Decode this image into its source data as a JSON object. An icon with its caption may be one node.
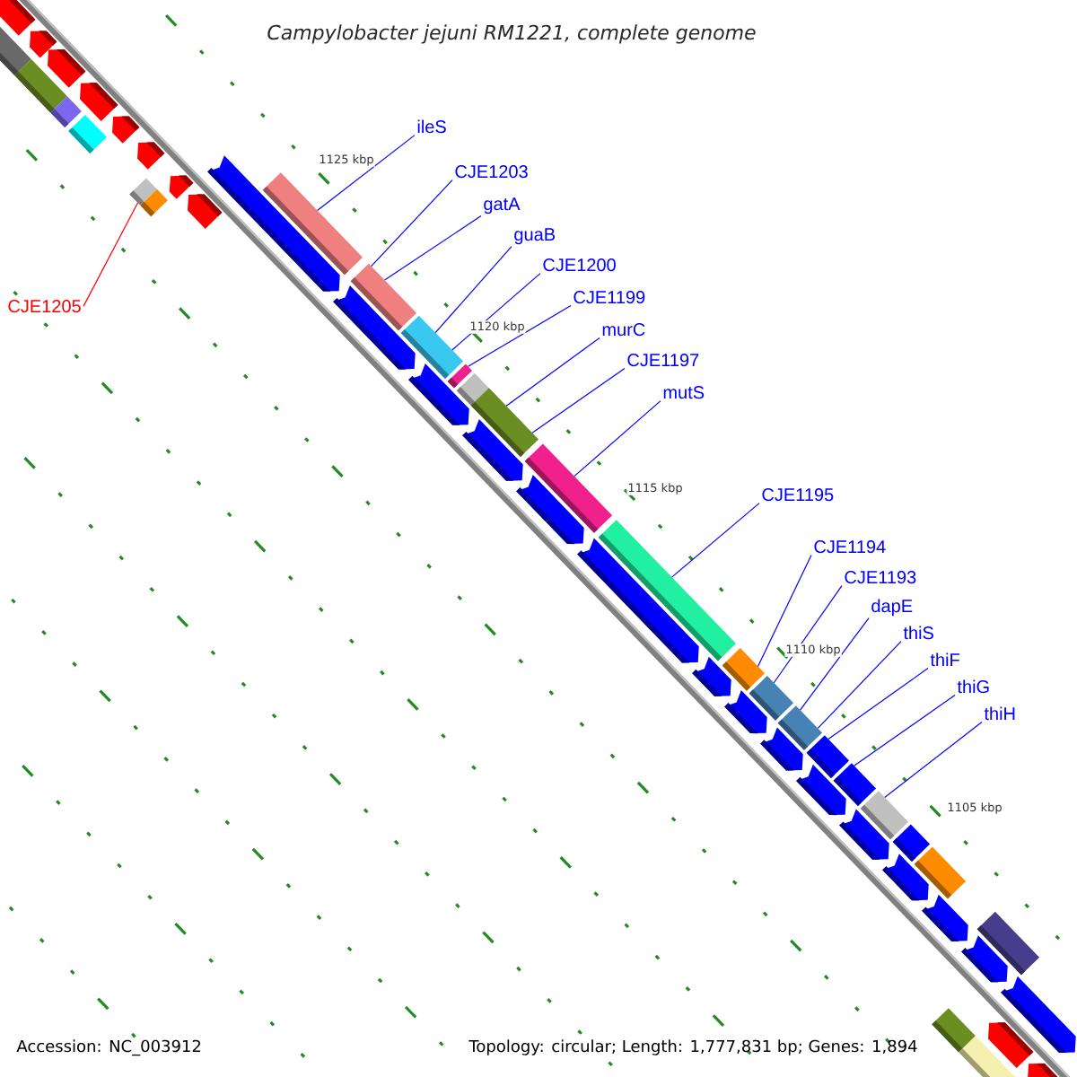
{
  "diagram": {
    "title": "Campylobacter jejuni RM1221, complete genome",
    "nodes": [
      {
        "text": [
          "ileS"
        ]
      },
      {
        "text": [
          "CJE1203"
        ]
      },
      {
        "text": [
          "gatA"
        ]
      },
      {
        "text": [
          "guaB"
        ]
      },
      {
        "text": [
          "CJE1200"
        ]
      },
      {
        "text": [
          "CJE1199"
        ]
      },
      {
        "text": [
          "murC"
        ]
      },
      {
        "text": [
          "CJE1197"
        ]
      },
      {
        "text": [
          "mutS"
        ]
      },
      {
        "text": [
          "CJE1195"
        ]
      },
      {
        "text": [
          "CJE1194"
        ]
      },
      {
        "text": [
          "CJE1193"
        ]
      },
      {
        "text": [
          "dapE"
        ]
      },
      {
        "text": [
          "thiS"
        ]
      },
      {
        "text": [
          "thiF"
        ]
      },
      {
        "text": [
          "thiG"
        ]
      },
      {
        "text": [
          "thiH"
        ]
      },
      {
        "text": [
          "CJE1205"
        ]
      },
      {
        "text": [],
        "shape": "bar"
      },
      {
        "text": [],
        "shape": "bar"
      },
      {
        "text": [],
        "shape": "bar"
      },
      {
        "text": [],
        "shape": "bar"
      },
      {
        "text": [],
        "shape": "bar"
      },
      {
        "text": [],
        "shape": "bar"
      },
      {
        "text": [],
        "shape": "bar"
      },
      {
        "text": [],
        "shape": "bar"
      },
      {
        "text": [],
        "shape": "bar"
      },
      {
        "text": [],
        "shape": "bar"
      },
      {
        "text": [],
        "shape": "bar"
      },
      {
        "text": [],
        "shape": "bar"
      },
      {
        "text": [],
        "shape": "bar"
      },
      {
        "text": [],
        "shape": "bar"
      },
      {
        "text": [],
        "shape": "bar"
      },
      {
        "text": [],
        "shape": "bar"
      },
      {
        "text": [],
        "shape": "bar"
      },
      {
        "text": [],
        "shape": "bar"
      },
      {
        "text": [],
        "shape": "pentagon"
      },
      {
        "text": [],
        "shape": "pentagon"
      },
      {
        "text": [],
        "shape": "pentagon"
      },
      {
        "text": [],
        "shape": "pentagon"
      },
      {
        "text": [],
        "shape": "pentagon"
      },
      {
        "text": [],
        "shape": "pentagon"
      },
      {
        "text": [],
        "shape": "pentagon"
      },
      {
        "text": [],
        "shape": "pentagon"
      },
      {
        "text": [],
        "shape": "pentagon"
      },
      {
        "text": [],
        "shape": "pentagon"
      },
      {
        "text": [],
        "shape": "pentagon"
      },
      {
        "text": [],
        "shape": "pentagon"
      },
      {
        "text": [],
        "shape": "pentagon"
      },
      {
        "text": [],
        "shape": "pentagon"
      },
      {
        "text": [],
        "shape": "pentagon"
      }
    ],
    "edges": [
      {
        "from": 0,
        "to": 19,
        "arrow": "none"
      },
      {
        "from": 1,
        "to": 20,
        "arrow": "none"
      },
      {
        "from": 2,
        "to": 20,
        "arrow": "none"
      },
      {
        "from": 3,
        "to": 21,
        "arrow": "none"
      },
      {
        "from": 4,
        "to": 21,
        "arrow": "none"
      },
      {
        "from": 5,
        "to": 22,
        "arrow": "none"
      },
      {
        "from": 6,
        "to": 24,
        "arrow": "none"
      },
      {
        "from": 7,
        "to": 24,
        "arrow": "none"
      },
      {
        "from": 8,
        "to": 25,
        "arrow": "none"
      },
      {
        "from": 9,
        "to": 26,
        "arrow": "none"
      },
      {
        "from": 10,
        "to": 27,
        "arrow": "none"
      },
      {
        "from": 11,
        "to": 28,
        "arrow": "none"
      },
      {
        "from": 12,
        "to": 29,
        "arrow": "none"
      },
      {
        "from": 13,
        "to": 29,
        "arrow": "none"
      },
      {
        "from": 14,
        "to": 30,
        "arrow": "none"
      },
      {
        "from": 15,
        "to": 31,
        "arrow": "none"
      },
      {
        "from": 16,
        "to": 32,
        "arrow": "none"
      },
      {
        "from": 17,
        "to": 18,
        "arrow": "none",
        "color": "#ff0000"
      }
    ],
    "labels": [
      "1125 kbp",
      "1120 kbp",
      "1115 kbp",
      "1110 kbp",
      "1105 kbp",
      "Accession: NC_003912",
      "Topology: circular; Length: 1,777,831 bp; Genes: 1,894"
    ]
  }
}
